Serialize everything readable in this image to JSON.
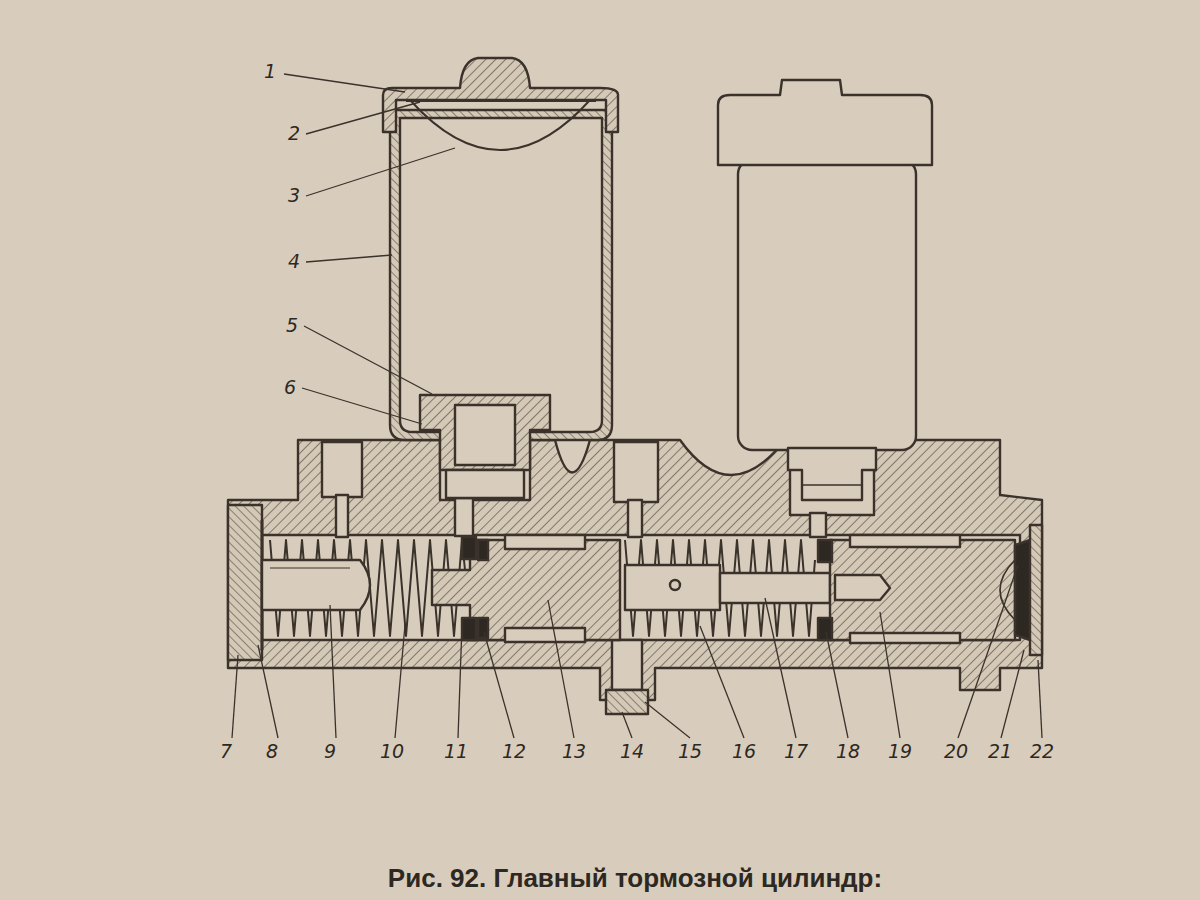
{
  "diagram": {
    "caption": "Рис. 92. Главный тормозной цилиндр:",
    "labels": [
      "1",
      "2",
      "3",
      "4",
      "5",
      "6",
      "7",
      "8",
      "9",
      "10",
      "11",
      "12",
      "13",
      "14",
      "15",
      "16",
      "17",
      "18",
      "19",
      "20",
      "21",
      "22"
    ]
  }
}
